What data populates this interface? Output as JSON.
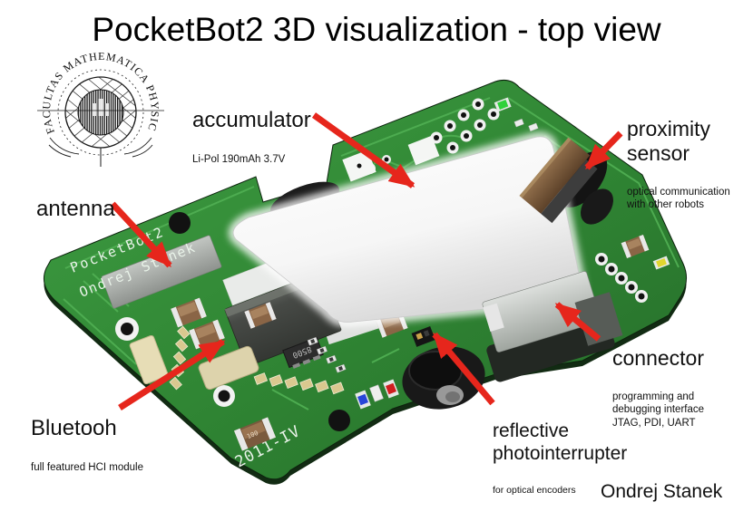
{
  "title": "PocketBot2 3D visualization - top view",
  "signature": "Ondrej Stanek",
  "seal": {
    "ring_text": "FACULTAS MATHEMATICA PHYSICAQUE"
  },
  "labels": {
    "accumulator": {
      "title": "accumulator",
      "subtitle": "Li-Pol 190mAh 3.7V"
    },
    "proximity_sensor": {
      "title": "proximity\nsensor",
      "subtitle": "optical communication\nwith other robots"
    },
    "antenna": {
      "title": "antenna"
    },
    "bluetooth": {
      "title": "Bluetooh",
      "subtitle": "full featured HCI module"
    },
    "connector": {
      "title": "connector",
      "subtitle": "programming and\ndebugging interface\nJTAG, PDI, UART"
    },
    "photointerrupter": {
      "title": "reflective\nphotointerrupter",
      "subtitle": "for optical encoders"
    }
  },
  "board": {
    "silkscreen_name": "PocketBot2",
    "silkscreen_author": "Ondrej Stanek",
    "silkscreen_date": "2011-IV",
    "chip_marking": "8500",
    "cap_marking": "100"
  },
  "colors": {
    "arrow": "#e6261c",
    "pcb_face": "#2f8733",
    "pcb_edge": "#122b13",
    "trace": "#4fae52",
    "silkscreen": "#e9f3e9",
    "battery": "#f4f4f4"
  }
}
